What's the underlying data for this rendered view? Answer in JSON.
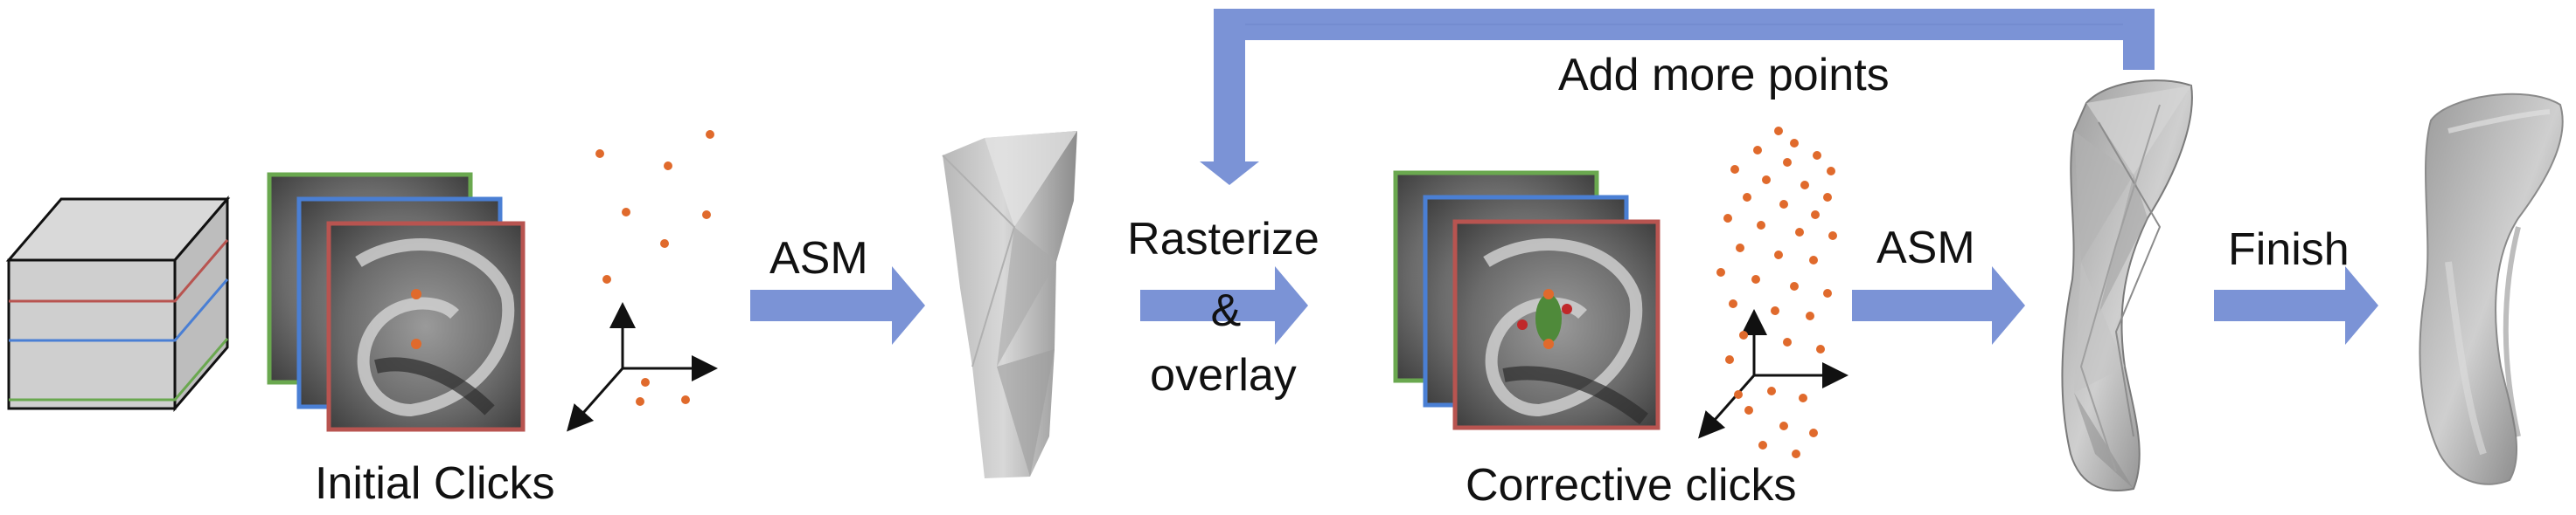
{
  "labels": {
    "initial_clicks": "Initial Clicks",
    "asm_1": "ASM",
    "rasterize": "Rasterize",
    "ampersand": "&",
    "overlay": "overlay",
    "add_more_points": "Add more  points",
    "corrective_clicks": "Corrective clicks",
    "asm_2": "ASM",
    "finish": "Finish"
  },
  "colors": {
    "arrow": "#7b93d6",
    "slice_green": "#6aa84f",
    "slice_blue": "#4a7fd4",
    "slice_red": "#b85450",
    "point": "#e06a2c",
    "point_dark": "#c0282a",
    "mesh_light": "#c8c8c8",
    "mesh_dark": "#7a7a7a",
    "lesion": "#4f8a3a"
  }
}
